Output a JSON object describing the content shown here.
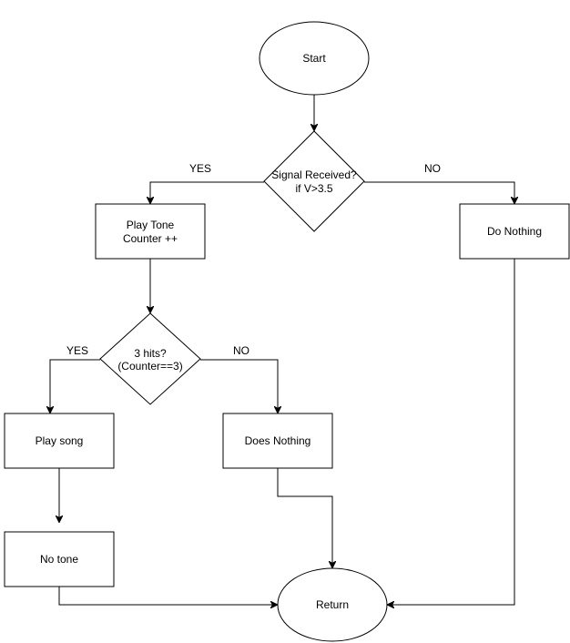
{
  "nodes": {
    "start": {
      "line1": "Start"
    },
    "signal": {
      "line1": "Signal Received?",
      "line2": "if V>3.5"
    },
    "play_tone": {
      "line1": "Play Tone",
      "line2": "Counter ++"
    },
    "do_nothing": {
      "line1": "Do Nothing"
    },
    "three_hits": {
      "line1": "3 hits?",
      "line2": "(Counter==3)"
    },
    "play_song": {
      "line1": "Play song"
    },
    "does_nothing": {
      "line1": "Does Nothing"
    },
    "no_tone": {
      "line1": "No tone"
    },
    "return": {
      "line1": "Return"
    }
  },
  "edges": {
    "signal_yes": "YES",
    "signal_no": "NO",
    "hits_yes": "YES",
    "hits_no": "NO"
  }
}
